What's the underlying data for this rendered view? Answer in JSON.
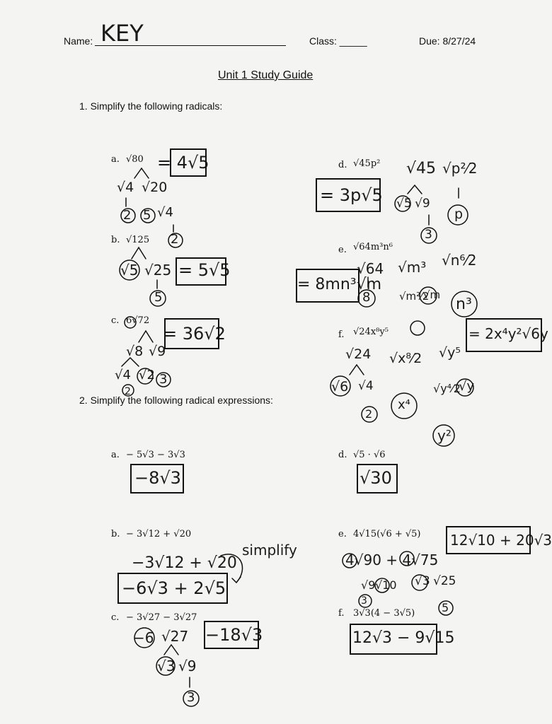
{
  "header": {
    "name_label": "Name:",
    "name_value": "KEY",
    "class_label": "Class: _____",
    "due": "Due: 8/27/24"
  },
  "title": "Unit 1 Study Guide",
  "q1": {
    "prompt": "1.  Simplify the following radicals:",
    "a": {
      "label": "a.",
      "expr": "√80",
      "answer": "= 4√5",
      "work": [
        "√4",
        "√20",
        "2",
        "5",
        "√4",
        "2"
      ]
    },
    "b": {
      "label": "b.",
      "expr": "√125",
      "answer": "= 5√5",
      "work": [
        "√5",
        "√25",
        "5"
      ]
    },
    "c": {
      "label": "c.",
      "expr": "6√72",
      "answer": "= 36√2",
      "work": [
        "6",
        "√8",
        "√9",
        "√4",
        "√2",
        "3",
        "2"
      ]
    },
    "d": {
      "label": "d.",
      "expr": "√45p²",
      "answer": "= 3p√5",
      "work": [
        "√45",
        "√p²⁄2",
        "√5",
        "√9",
        "3",
        "p"
      ]
    },
    "e": {
      "label": "e.",
      "expr": "√64m³n⁶",
      "answer": "= 8mn³√m",
      "work": [
        "√64",
        "√m³",
        "√n⁶⁄2",
        "8",
        "√m²⁄2",
        "√m",
        "n³"
      ]
    },
    "f": {
      "label": "f.",
      "expr": "√24x⁸y⁵",
      "answer": "= 2x⁴y²√6y",
      "work": [
        "√24",
        "√x⁸⁄2",
        "√y⁵",
        "√6",
        "√4",
        "2",
        "x⁴",
        "√y⁴⁄2",
        "√y",
        "y²"
      ]
    }
  },
  "q2": {
    "prompt": "2.  Simplify the following radical expressions:",
    "a": {
      "label": "a.",
      "expr": "− 5√3 − 3√3",
      "answer": "−8√3"
    },
    "b": {
      "label": "b.",
      "expr": "− 3√12  +  √20",
      "answer": "−6√3 + 2√5",
      "work": [
        "−3√12 + √20",
        "simplify"
      ]
    },
    "c": {
      "label": "c.",
      "expr": "− 3√27 − 3√27",
      "answer": "−18√3",
      "work": [
        "−6",
        "√27",
        "√3",
        "√9",
        "3"
      ]
    },
    "d": {
      "label": "d.",
      "expr": "√5 · √6",
      "answer": "√30"
    },
    "e": {
      "label": "e.",
      "expr": "4√15(√6 + √5)",
      "answer": "12√10 + 20√3",
      "work": [
        "4√90 + 4√75",
        "√9",
        "√10",
        "3",
        "√3",
        "√25",
        "5"
      ]
    },
    "f": {
      "label": "f.",
      "expr": "3√3(4 − 3√5)",
      "answer": "12√3 − 9√15"
    }
  }
}
